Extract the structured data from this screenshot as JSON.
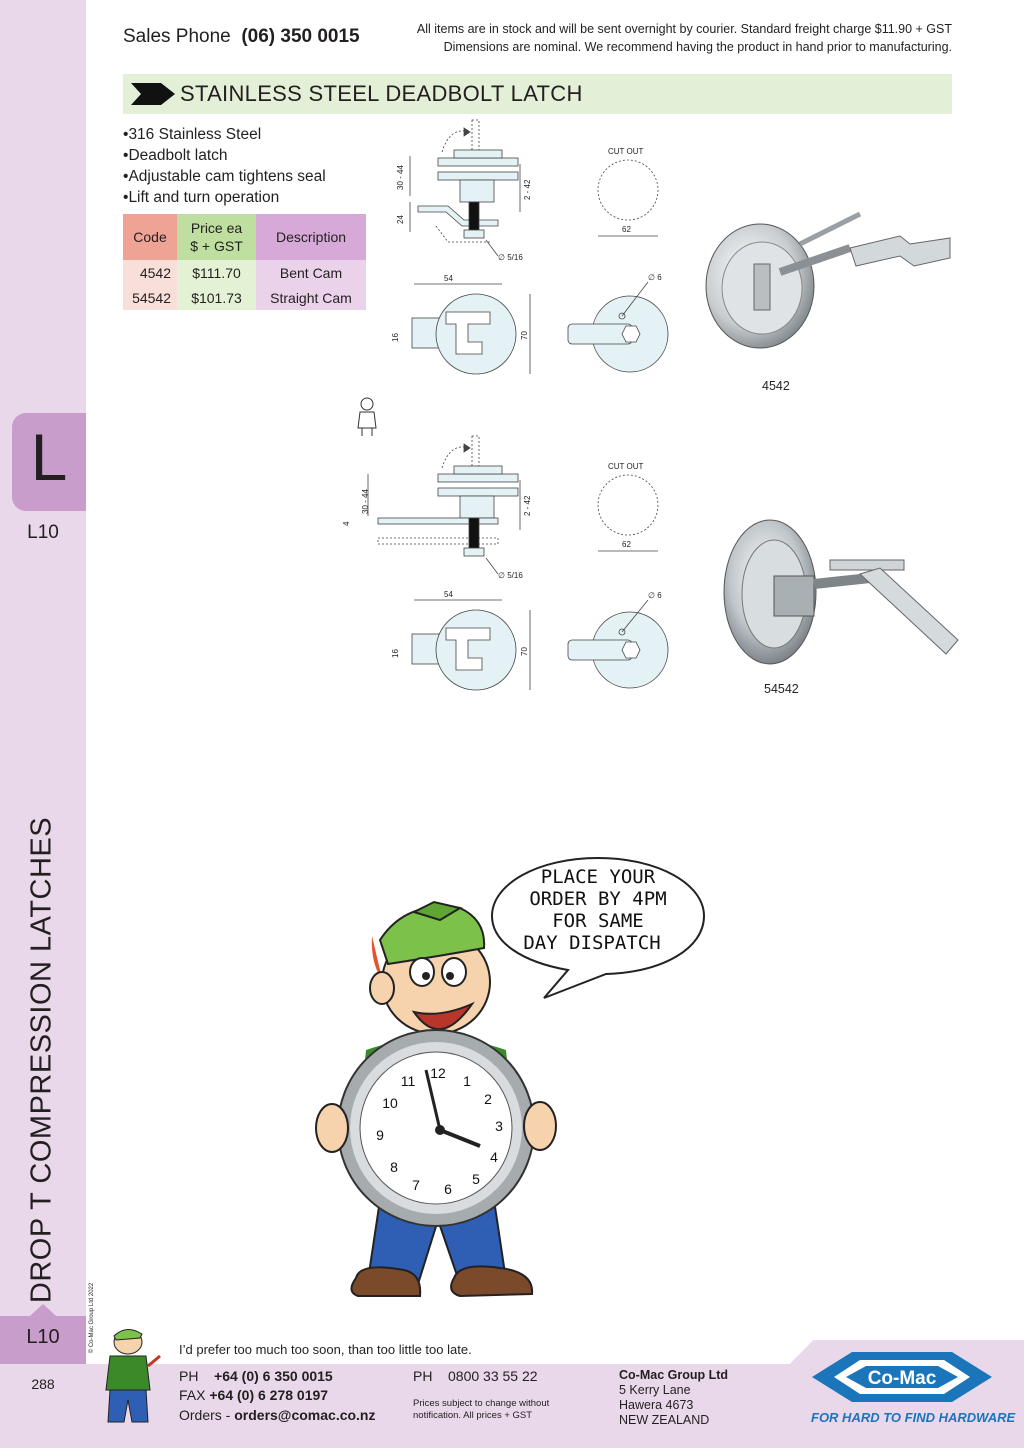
{
  "header": {
    "sales_phone_label": "Sales Phone",
    "sales_phone_number": "(06) 350 0015",
    "freight_line1": "All items are in stock and will be sent overnight by courier. Standard freight charge $11.90 + GST",
    "freight_line2": "Dimensions are nominal. We recommend having the product in hand prior to manufacturing."
  },
  "sidebar": {
    "section_letter": "L",
    "section_code": "L10",
    "category": "DROP T COMPRESSION LATCHES",
    "bottom_code": "L10",
    "page_number": "288",
    "copyright": "© Co-Mac Group Ltd 2022"
  },
  "product": {
    "title": "STAINLESS STEEL DEADBOLT LATCH",
    "features": [
      "316 Stainless Steel",
      "Deadbolt latch",
      "Adjustable cam tightens seal",
      "Lift and turn operation"
    ],
    "table": {
      "headers": [
        "Code",
        "Price ea",
        "$ + GST",
        "Description"
      ],
      "rows": [
        {
          "code": "4542",
          "price": "$111.70",
          "description": "Bent Cam"
        },
        {
          "code": "54542",
          "price": "$101.73",
          "description": "Straight Cam"
        }
      ]
    }
  },
  "drawings": {
    "cut_out": "CUT OUT",
    "dim_30_44": "30 - 44",
    "dim_2_42": "2 - 42",
    "dim_24": "24",
    "dim_4": "4",
    "dim_5_16": "∅ 5/16",
    "dim_62": "62",
    "dim_54": "54",
    "dim_16": "16",
    "dim_70": "70",
    "dim_6": "∅ 6"
  },
  "photos": {
    "label1": "4542",
    "label2": "54542"
  },
  "promo": {
    "speech_line1": "PLACE YOUR",
    "speech_line2": "ORDER BY 4PM",
    "speech_line3": "FOR SAME",
    "speech_line4": "DAY DISPATCH",
    "clock_numbers": [
      "12",
      "1",
      "2",
      "3",
      "4",
      "5",
      "6",
      "7",
      "8",
      "9",
      "10",
      "11"
    ]
  },
  "footer": {
    "motto": "I’d prefer too much too soon, than too little too late.",
    "ph_label": "PH",
    "ph_number": "+64 (0) 6 350 0015",
    "fax_label": "FAX",
    "fax_number": "+64 (0) 6 278 0197",
    "orders_label": "Orders -",
    "orders_email": "orders@comac.co.nz",
    "ph2_label": "PH",
    "ph2_number": "0800 33 55 22",
    "note": "Prices subject to change without notification. All prices + GST",
    "company_name": "Co-Mac Group Ltd",
    "address1": "5 Kerry Lane",
    "address2": "Hawera 4673",
    "address3": "NEW ZEALAND",
    "logo_text": "Co-Mac",
    "logo_tagline": "FOR HARD TO FIND HARDWARE"
  },
  "colors": {
    "sidebar": "#e9d8ea",
    "tab": "#c89ccb",
    "title_bar": "#e4efd8",
    "brand_blue": "#1b75bb"
  }
}
